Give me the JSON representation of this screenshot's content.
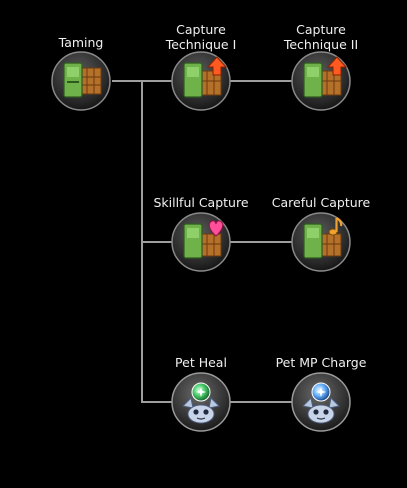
{
  "skills": {
    "taming": {
      "label": "Taming",
      "icon": "taming-book-icon"
    },
    "capture_technique_1": {
      "label": "Capture\nTechnique I",
      "icon": "capture-book-up-arrow-icon"
    },
    "capture_technique_2": {
      "label": "Capture\nTechnique II",
      "icon": "capture-book-up-arrow-icon"
    },
    "skillful_capture": {
      "label": "Skillful Capture",
      "icon": "capture-book-heart-icon"
    },
    "careful_capture": {
      "label": "Careful Capture",
      "icon": "capture-book-music-note-icon"
    },
    "pet_heal": {
      "label": "Pet Heal",
      "icon": "pet-heal-green-orb-icon"
    },
    "pet_mp_charge": {
      "label": "Pet MP Charge",
      "icon": "pet-mp-blue-orb-icon"
    }
  },
  "colors": {
    "background": "#000000",
    "connector": "#9e9e9e",
    "label": "#f0f0f0",
    "book_green": "#6fb24a",
    "crate_brown": "#b5702a",
    "arrow_orange": "#ff5a1f",
    "heart_pink": "#ff4f9a",
    "note_orange": "#f0a030",
    "orb_green": "#4fd070",
    "orb_blue": "#6fb8ff"
  }
}
